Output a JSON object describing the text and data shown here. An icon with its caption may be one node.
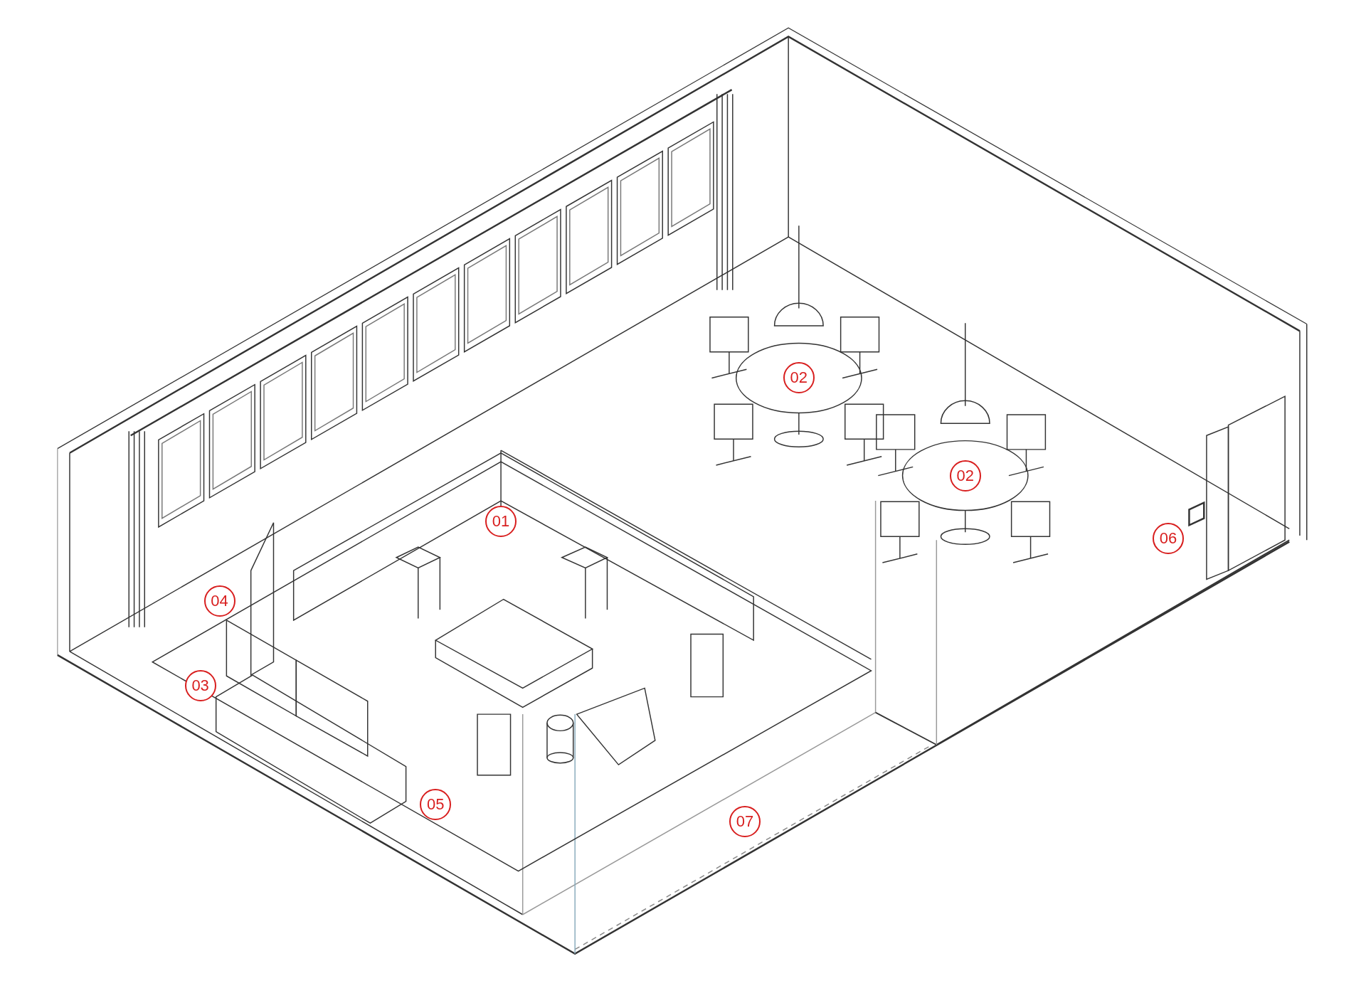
{
  "diagram": {
    "labels": [
      "02",
      "02",
      "01",
      "06",
      "04",
      "03",
      "05",
      "07"
    ]
  }
}
